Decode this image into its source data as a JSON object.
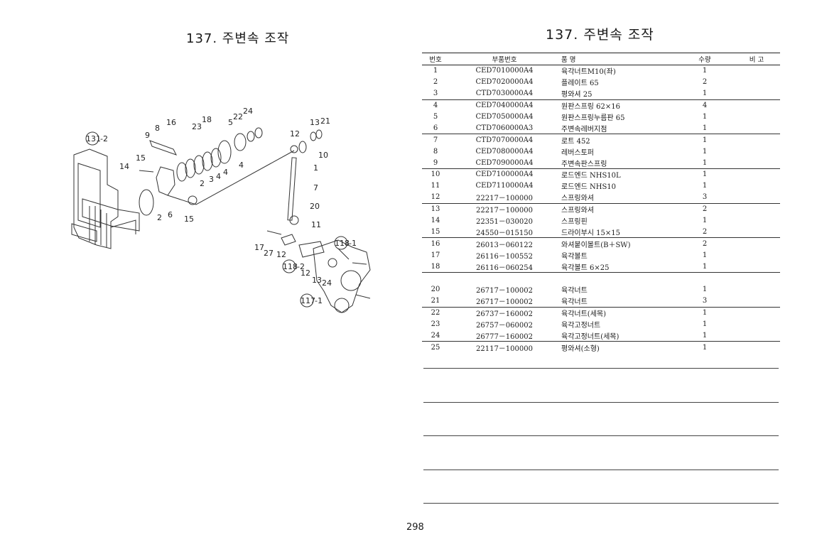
{
  "left_page": {
    "title": "137. 주변속 조작"
  },
  "right_page": {
    "title": "137. 주변속 조작"
  },
  "page_number": "298",
  "table": {
    "headers": {
      "no": "번호",
      "part_no": "부품번호",
      "name": "품 명",
      "qty": "수량",
      "remark": "비 고"
    },
    "rows": [
      {
        "no": "1",
        "part_no": "CED7010000A4",
        "name": "육각너트M10(좌)",
        "qty": "1"
      },
      {
        "no": "2",
        "part_no": "CED7020000A4",
        "name": "플레이트 65",
        "qty": "2"
      },
      {
        "no": "3",
        "part_no": "CTD7030000A4",
        "name": "평와셔 25",
        "qty": "1"
      },
      {
        "no": "4",
        "part_no": "CED7040000A4",
        "name": "원판스프링 62×16",
        "qty": "4"
      },
      {
        "no": "5",
        "part_no": "CED7050000A4",
        "name": "원판스프링누름판 65",
        "qty": "1"
      },
      {
        "no": "6",
        "part_no": "CTD7060000A3",
        "name": "주변속레버지점",
        "qty": "1"
      },
      {
        "no": "7",
        "part_no": "CTD7070000A4",
        "name": "로트 452",
        "qty": "1"
      },
      {
        "no": "8",
        "part_no": "CED7080000A4",
        "name": "레버스토퍼",
        "qty": "1"
      },
      {
        "no": "9",
        "part_no": "CED7090000A4",
        "name": "주변속판스프링",
        "qty": "1"
      },
      {
        "no": "10",
        "part_no": "CED7100000A4",
        "name": "로드엔드 NHS10L",
        "qty": "1"
      },
      {
        "no": "11",
        "part_no": "CED7110000A4",
        "name": "로드엔드 NHS10",
        "qty": "1"
      },
      {
        "no": "12",
        "part_no": "22217－100000",
        "name": "스프링와셔",
        "qty": "3"
      },
      {
        "no": "13",
        "part_no": "22217－100000",
        "name": "스프링와셔",
        "qty": "2"
      },
      {
        "no": "14",
        "part_no": "22351－030020",
        "name": "스프링핀",
        "qty": "1"
      },
      {
        "no": "15",
        "part_no": "24550－015150",
        "name": "드라이부시 15×15",
        "qty": "2"
      },
      {
        "no": "16",
        "part_no": "26013－060122",
        "name": "와셔붙이볼트(B＋SW)",
        "qty": "2"
      },
      {
        "no": "17",
        "part_no": "26116－100552",
        "name": "육각볼트",
        "qty": "1"
      },
      {
        "no": "18",
        "part_no": "26116－060254",
        "name": "육각볼트 6×25",
        "qty": "1"
      },
      {
        "no": "",
        "part_no": "",
        "name": "",
        "qty": ""
      },
      {
        "no": "20",
        "part_no": "26717－100002",
        "name": "육각너트",
        "qty": "1"
      },
      {
        "no": "21",
        "part_no": "26717－100002",
        "name": "육각너트",
        "qty": "3"
      },
      {
        "no": "22",
        "part_no": "26737－160002",
        "name": "육각너트(세목)",
        "qty": "1"
      },
      {
        "no": "23",
        "part_no": "26757－060002",
        "name": "육각고정너트",
        "qty": "1"
      },
      {
        "no": "24",
        "part_no": "26777－160002",
        "name": "육각고정너트(세목)",
        "qty": "1"
      },
      {
        "no": "25",
        "part_no": "22117－100000",
        "name": "평와셔(소형)",
        "qty": "1"
      }
    ]
  },
  "diagram": {
    "callouts": [
      "131",
      "-2",
      "118",
      "-1",
      "118",
      "-2",
      "117",
      "-1"
    ],
    "part_labels": [
      "1",
      "2",
      "2",
      "3",
      "4",
      "4",
      "4",
      "5",
      "6",
      "7",
      "8",
      "9",
      "10",
      "11",
      "12",
      "12",
      "12",
      "13",
      "13",
      "14",
      "15",
      "15",
      "16",
      "17",
      "18",
      "20",
      "21",
      "22",
      "23",
      "24",
      "24",
      "27"
    ]
  }
}
